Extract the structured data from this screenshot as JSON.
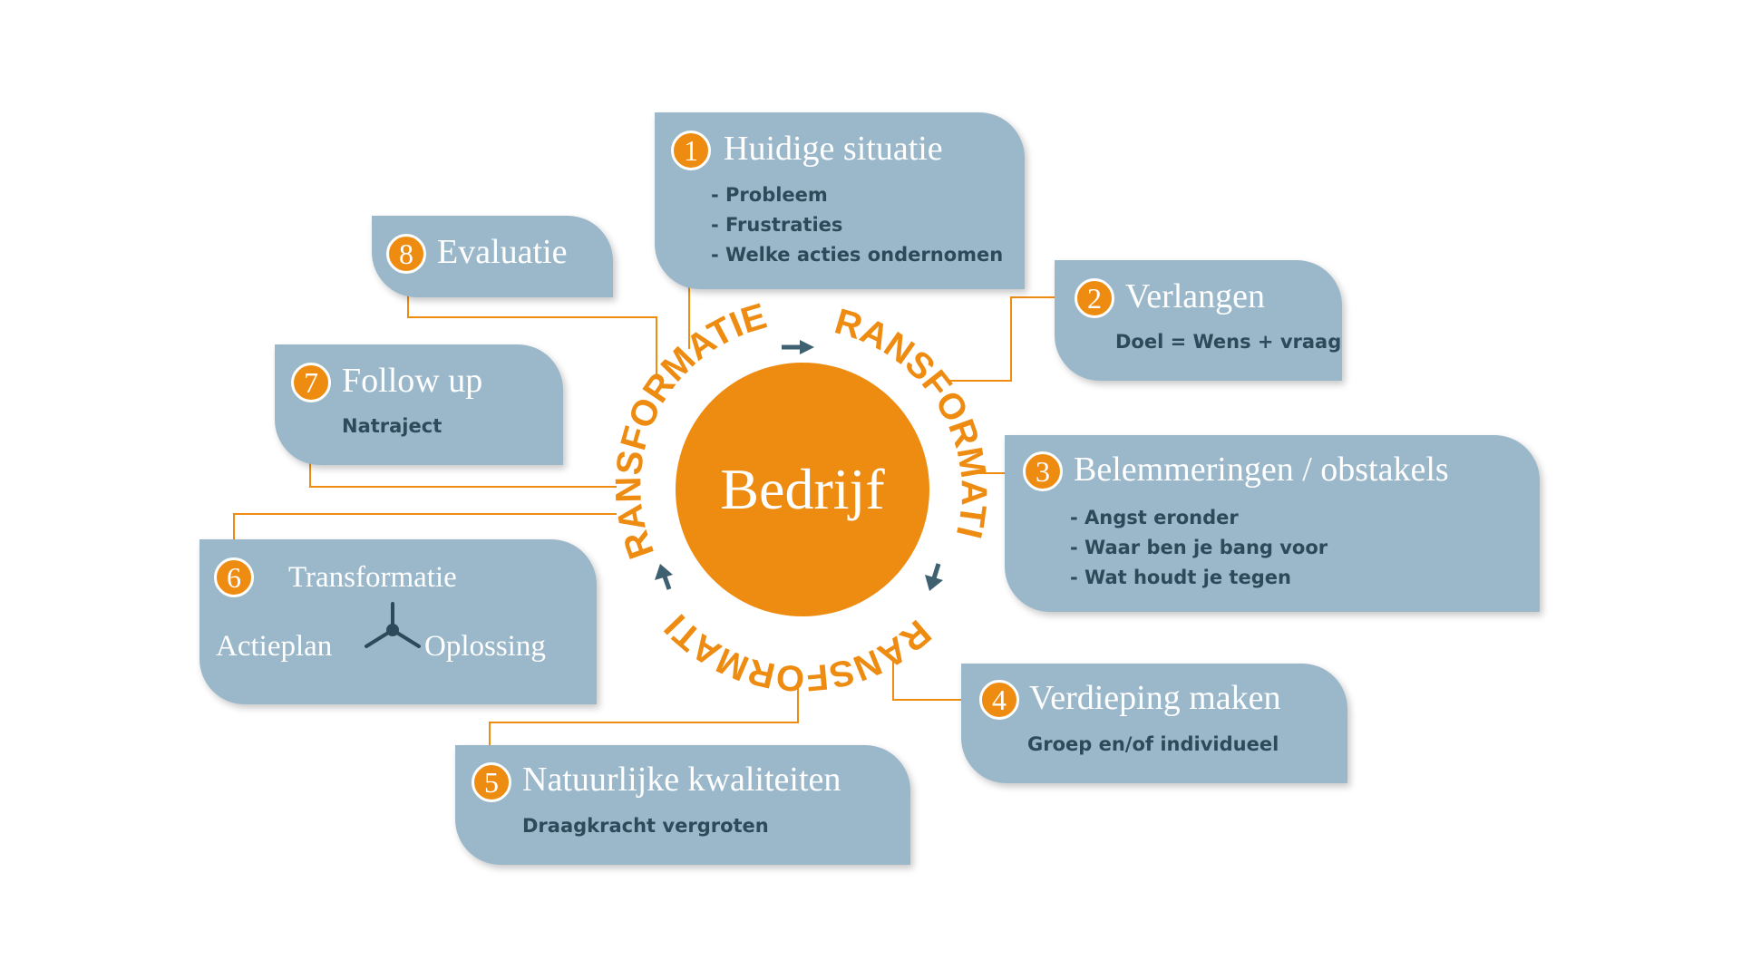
{
  "center": {
    "label": "Bedrijf"
  },
  "ring": {
    "words": [
      "TRANSFORMATIE",
      "TRANSFORMATIE",
      "TRANSFORMATIE"
    ]
  },
  "colors": {
    "box": "#9bb8cb",
    "accent": "#ee8c12",
    "text_dark": "#2e4a5a",
    "arrow": "#3f6070"
  },
  "steps": [
    {
      "number": "1",
      "title": "Huidige situatie",
      "lines": [
        "- Probleem",
        "- Frustraties",
        "- Welke acties ondernomen"
      ]
    },
    {
      "number": "2",
      "title": "Verlangen",
      "lines": [
        "Doel = Wens + vraag"
      ]
    },
    {
      "number": "3",
      "title": "Belemmeringen / obstakels",
      "lines": [
        "- Angst eronder",
        "- Waar ben je bang voor",
        "- Wat houdt je tegen"
      ]
    },
    {
      "number": "4",
      "title": "Verdieping maken",
      "lines": [
        "Groep en/of individueel"
      ]
    },
    {
      "number": "5",
      "title": "Natuurlijke kwaliteiten",
      "lines": [
        "Draagkracht vergroten"
      ]
    },
    {
      "number": "6",
      "title": "Transformatie",
      "left_label": "Actieplan",
      "right_label": "Oplossing"
    },
    {
      "number": "7",
      "title": "Follow up",
      "lines": [
        "Natraject"
      ]
    },
    {
      "number": "8",
      "title": "Evaluatie"
    }
  ]
}
